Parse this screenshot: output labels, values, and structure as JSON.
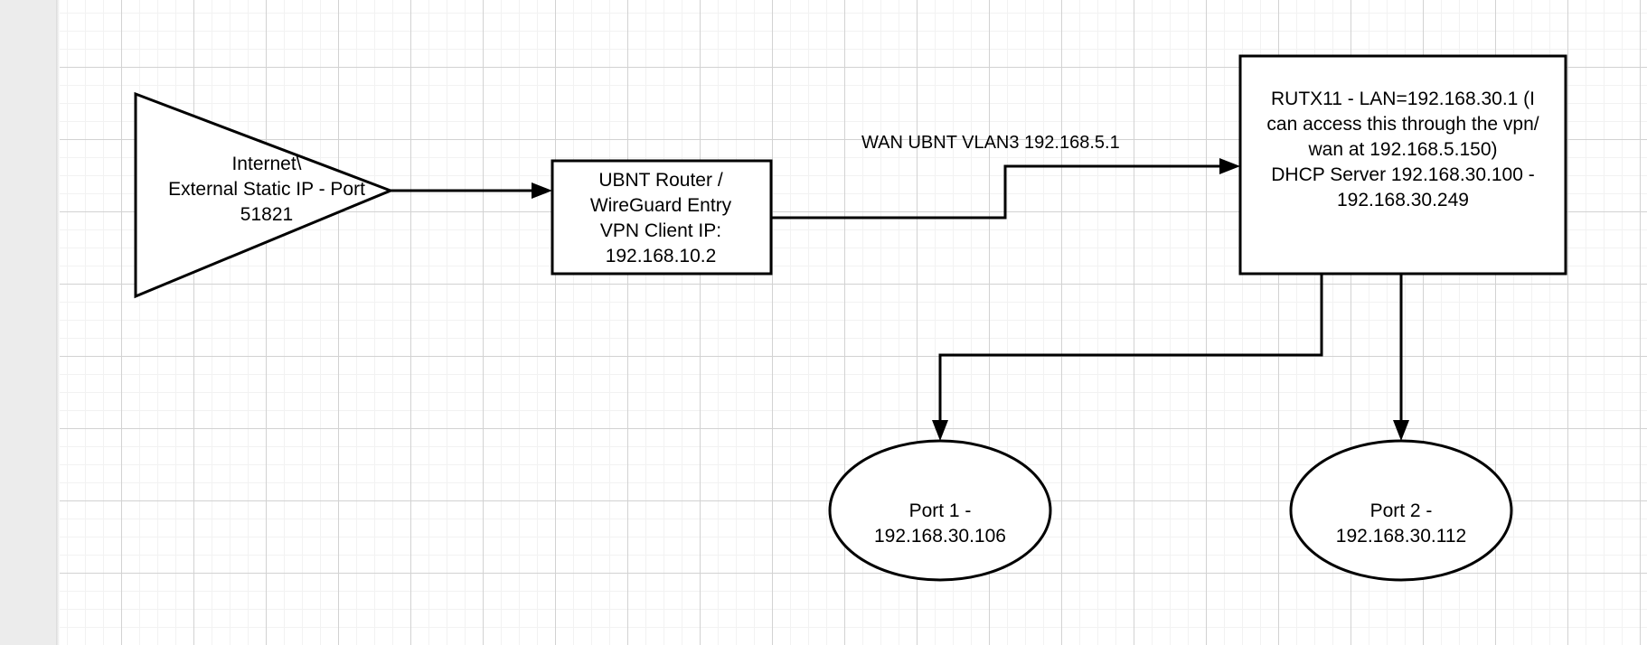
{
  "canvas": {
    "title": "Network Topology Diagram",
    "background_color": "#ffffff",
    "gutter_color": "#ececec",
    "grid_minor_color": "#f2f2f2",
    "grid_major_color": "#d2d2d2",
    "stroke_color": "#000000"
  },
  "nodes": {
    "internet": {
      "shape": "triangle",
      "label": "Internet\\\nExternal Static IP - Port\n51821"
    },
    "ubnt_router": {
      "shape": "rectangle",
      "label": "UBNT Router /\nWireGuard Entry\nVPN Client IP:\n192.168.10.2"
    },
    "rutx11": {
      "shape": "rectangle",
      "label": "RUTX11 - LAN=192.168.30.1 (I\ncan access this through the vpn/\nwan at 192.168.5.150)\nDHCP Server 192.168.30.100 -\n192.168.30.249"
    },
    "port1": {
      "shape": "ellipse",
      "label": "Port 1 -\n192.168.30.106"
    },
    "port2": {
      "shape": "ellipse",
      "label": "Port 2 -\n192.168.30.112"
    }
  },
  "edges": {
    "internet_to_ubnt": {
      "label": "",
      "arrow": "to-ubnt-router"
    },
    "ubnt_to_rutx11": {
      "label": "WAN UBNT VLAN3 192.168.5.1",
      "arrow": "to-rutx11"
    },
    "rutx11_to_port1": {
      "label": "",
      "arrow": "to-port1"
    },
    "rutx11_to_port2": {
      "label": "",
      "arrow": "to-port2"
    }
  }
}
